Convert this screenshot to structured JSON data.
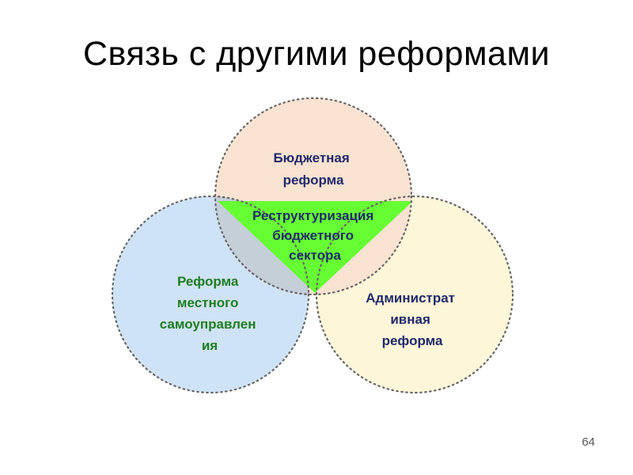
{
  "slide": {
    "title": "Связь с другими реформами",
    "page_number": "64"
  },
  "diagram": {
    "budget": {
      "lines": [
        "Бюджетная",
        "реформа"
      ],
      "fill": "#fbe3d2",
      "text_color": "#1f2a6b"
    },
    "local": {
      "lines": [
        "Реформа",
        "местного",
        "самоуправлен",
        "ия"
      ],
      "fill": "#cfe3f8",
      "text_color": "#1e7d1e"
    },
    "admin": {
      "lines": [
        "Администрат",
        "ивная",
        "реформа"
      ],
      "fill": "#fdf6d8",
      "text_color": "#1f2a6b"
    },
    "restructuring": {
      "lines": [
        "Реструктуризация",
        "бюджетного",
        "сектора"
      ],
      "fill": "#66ff33",
      "text_color": "#1f2a6b"
    },
    "overlap_fill": "#c4cfd8",
    "border_color": "#666666"
  }
}
